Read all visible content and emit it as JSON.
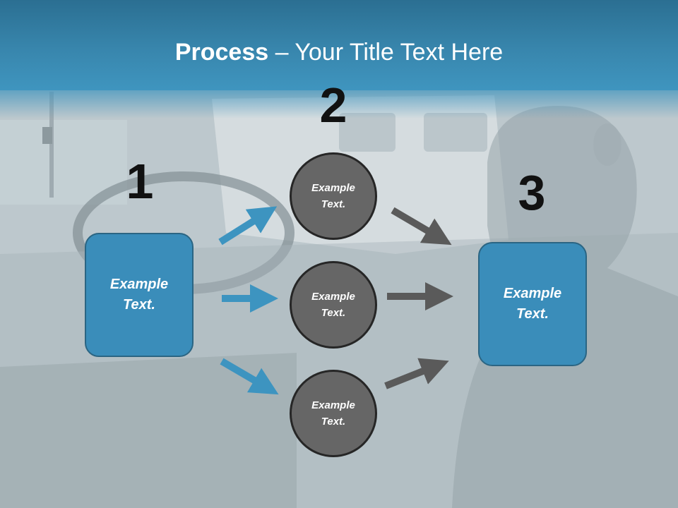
{
  "title": {
    "bold": "Process",
    "rest": " – Your Title Text Here"
  },
  "steps": {
    "one": "1",
    "two": "2",
    "three": "3"
  },
  "boxes": {
    "left": "Example Text.",
    "right": "Example Text."
  },
  "circles": {
    "top": "Example Text.",
    "middle": "Example Text.",
    "bottom": "Example Text."
  },
  "colors": {
    "title_band": "#3886ad",
    "box_fill": "#3a8dba",
    "circle_fill": "#666666",
    "arrow_blue": "#3d94c0",
    "arrow_gray": "#5a5a5a"
  }
}
